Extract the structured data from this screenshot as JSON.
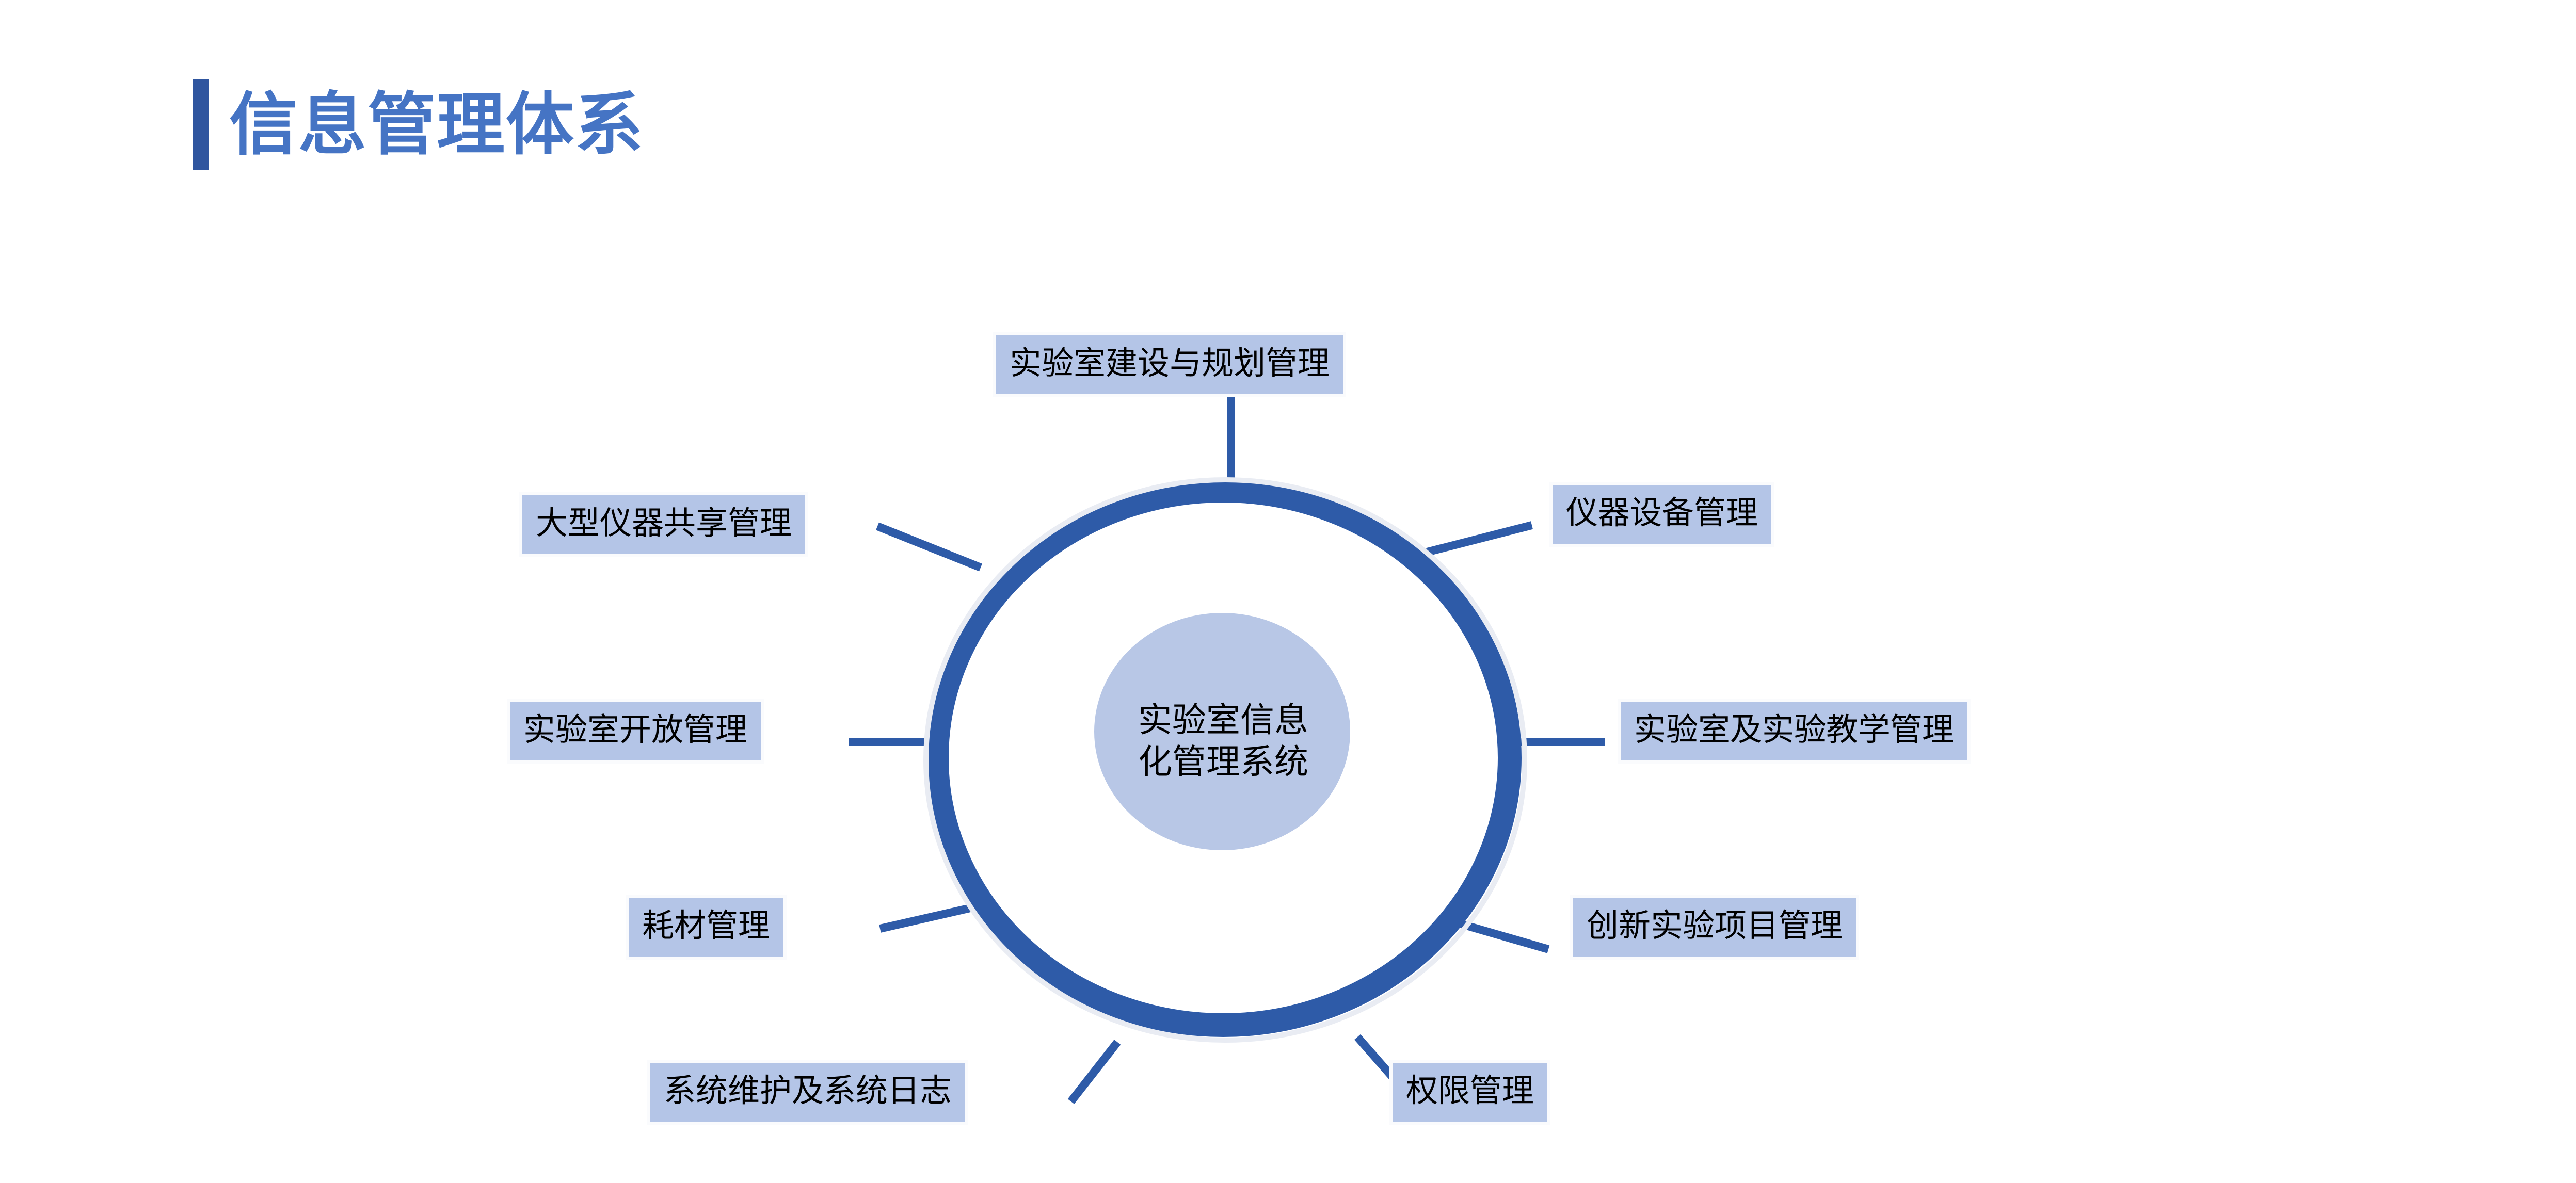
{
  "slide": {
    "title": "信息管理体系",
    "accent_color": "#2F559F",
    "title_color": "#4574C4",
    "background": "#ffffff"
  },
  "diagram": {
    "type": "hub-and-spoke",
    "ring_color": "#2E5BA8",
    "connector_color": "#2E5BA8",
    "node_fill": "#B4C5E7",
    "hub_fill": "#B8C7E6",
    "hub": {
      "label": "实验室信息\n化管理系统"
    },
    "nodes": [
      {
        "id": "lab-construction-planning",
        "label": "实验室建设与规划管理"
      },
      {
        "id": "instrument-equipment",
        "label": "仪器设备管理"
      },
      {
        "id": "lab-experiment-teaching",
        "label": "实验室及实验教学管理"
      },
      {
        "id": "innovative-experiment",
        "label": "创新实验项目管理"
      },
      {
        "id": "permission",
        "label": "权限管理"
      },
      {
        "id": "system-maintenance-log",
        "label": "系统维护及系统日志"
      },
      {
        "id": "consumables",
        "label": "耗材管理"
      },
      {
        "id": "lab-open",
        "label": "实验室开放管理"
      },
      {
        "id": "large-instrument-sharing",
        "label": "大型仪器共享管理"
      }
    ]
  }
}
